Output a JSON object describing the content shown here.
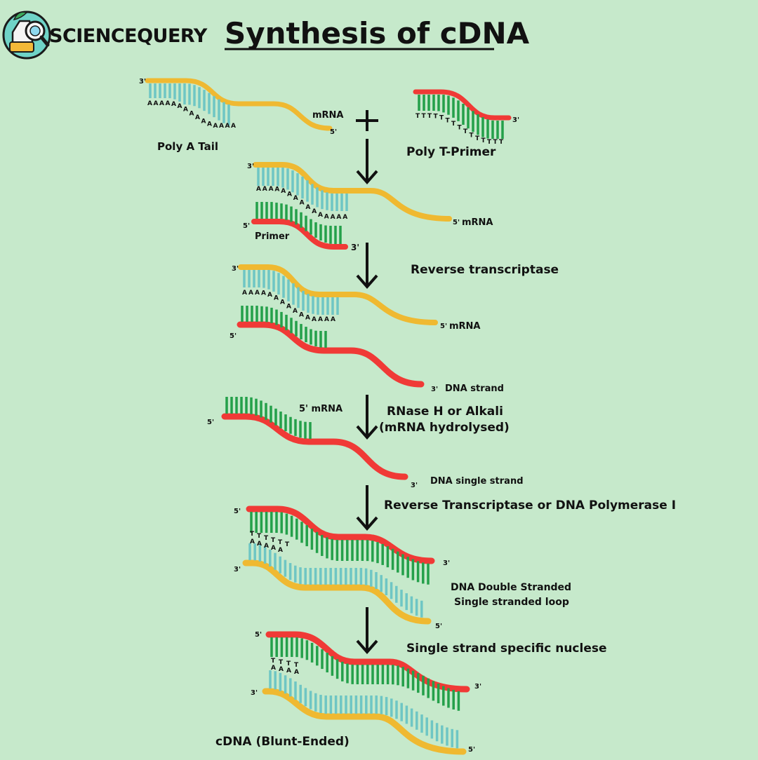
{
  "brand": {
    "name": "SCIENCEQUERY"
  },
  "title": "Synthesis of cDNA",
  "colors": {
    "background": "#c6e9cb",
    "mrna": "#efb931",
    "mrna_bases": "#6ec6c4",
    "dna": "#f03a36",
    "dna_bases": "#24a04a",
    "text": "#111111"
  },
  "step1": {
    "mrna_3": "3'",
    "mrna_5": "5'",
    "mrna_label": "mRNA",
    "poly_a_label": "Poly A Tail",
    "primer_3": "3'",
    "primer_label": "Poly T-Primer",
    "plus": "+",
    "bases_a": [
      "A",
      "A",
      "A",
      "A",
      "A",
      "A",
      "A",
      "A",
      "A",
      "A",
      "A",
      "A",
      "A",
      "A",
      "A"
    ],
    "bases_t": [
      "T",
      "T",
      "T",
      "T",
      "T",
      "T",
      "T",
      "T",
      "T",
      "T",
      "T",
      "T",
      "T",
      "T",
      "T"
    ]
  },
  "step2": {
    "mrna_3": "3'",
    "mrna_5": "5'",
    "mrna_label": "mRNA",
    "primer_5": "5'",
    "primer_3": "3'",
    "primer_label": "Primer",
    "bases_a": [
      "A",
      "A",
      "A",
      "A",
      "A",
      "A",
      "A",
      "A",
      "A",
      "A",
      "A",
      "A",
      "A",
      "A",
      "A"
    ]
  },
  "step3": {
    "mrna_3": "3'",
    "mrna_5": "5'",
    "mrna_label": "mRNA",
    "dna_5": "5'",
    "dna_3": "3'",
    "dna_label": "DNA strand",
    "enzyme": "Reverse transcriptase",
    "bases_a": [
      "A",
      "A",
      "A",
      "A",
      "A",
      "A",
      "A",
      "A",
      "A",
      "A",
      "A",
      "A",
      "A",
      "A",
      "A"
    ]
  },
  "step4": {
    "dna_5": "5'",
    "dna_3": "3'",
    "mrna_label": "5' mRNA",
    "dna_label": "DNA single strand",
    "enzyme_line1": "RNase H or Alkali",
    "enzyme_line2": "(mRNA hydrolysed)"
  },
  "step5": {
    "top_5": "5'",
    "top_3": "3'",
    "bottom_3": "3'",
    "bottom_5": "5'",
    "enzyme": "Reverse Transcriptase or DNA Polymerase I",
    "label_line1": "DNA Double Stranded",
    "label_line2": "Single stranded loop",
    "bases_t": [
      "T",
      "T",
      "T",
      "T",
      "T",
      "T"
    ],
    "bases_a": [
      "A",
      "A",
      "A",
      "A",
      "A"
    ]
  },
  "step6": {
    "top_5": "5'",
    "top_3": "3'",
    "bottom_3": "3'",
    "bottom_5": "5'",
    "enzyme": "Single strand specific nuclese",
    "result": "cDNA (Blunt-Ended)",
    "bases_t": [
      "T",
      "T",
      "T",
      "T"
    ],
    "bases_a": [
      "A",
      "A",
      "A",
      "A"
    ]
  }
}
